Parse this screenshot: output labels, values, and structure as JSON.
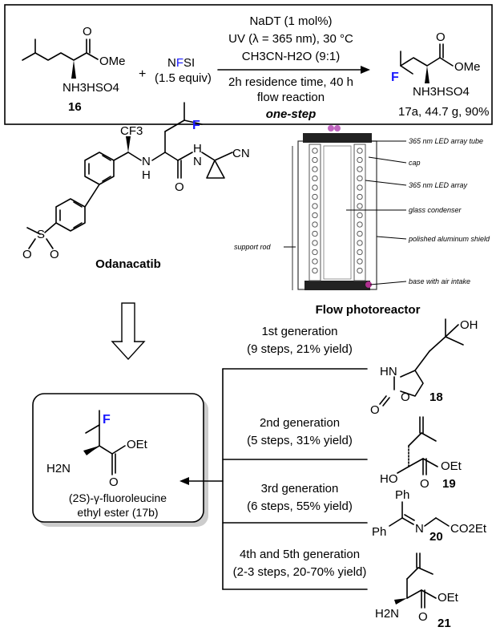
{
  "top": {
    "reactant_atoms": {
      "O": "O",
      "OMe": "OMe",
      "NH3HSO4": "NH3HSO4",
      "label": "16"
    },
    "plus": "+",
    "reagent": {
      "N": "N",
      "F": "F",
      "SI": "SI",
      "equiv": "(1.5 equiv)"
    },
    "conditions": [
      "NaDT (1 mol%)",
      "UV (λ = 365 nm), 30 °C",
      "CH3CN-H2O (9:1)",
      "2h residence time, 40 h",
      "flow reaction"
    ],
    "one_step": "one-step",
    "product_atoms": {
      "F": "F",
      "O": "O",
      "OMe": "OMe",
      "NH3HSO4": "NH3HSO4"
    },
    "product_label": "17a, 44.7 g, 90%"
  },
  "odanacatib": {
    "name": "Odanacatib",
    "atoms": {
      "CF3": "CF3",
      "F": "F",
      "N1": "N",
      "H1": "H",
      "O": "O",
      "NH": "N",
      "H2": "H",
      "CN": "CN",
      "S": "S",
      "O1": "O",
      "O2": "O"
    }
  },
  "photoreactor": {
    "title": "Flow photoreactor",
    "labels": [
      "365 nm LED array tube",
      "cap",
      "365 nm LED array",
      "glass condenser",
      "polished aluminum shield",
      "base with air intake",
      "support rod"
    ]
  },
  "target": {
    "atoms": {
      "F": "F",
      "H2N": "H2N",
      "OEt": "OEt",
      "O": "O"
    },
    "name_line1": "(2S)-γ-fluoroleucine",
    "name_line2": "ethyl ester (17b)"
  },
  "generations": [
    {
      "gen": "1st generation",
      "detail": "(9 steps, 21% yield)",
      "label": "18"
    },
    {
      "gen": "2nd generation",
      "detail": "(5 steps, 31% yield)",
      "label": "19"
    },
    {
      "gen": "3rd generation",
      "detail": "(6 steps, 55% yield)",
      "label": "20"
    },
    {
      "gen": "4th and 5th generation",
      "detail": "(2-3 steps, 20-70% yield)",
      "label": "21"
    }
  ],
  "gen_atoms": {
    "g1": {
      "OH": "OH",
      "HN": "HN",
      "O1": "O",
      "O2": "O"
    },
    "g2": {
      "HO": "HO",
      "OEt": "OEt",
      "O": "O"
    },
    "g3": {
      "Ph1": "Ph",
      "Ph2": "Ph",
      "N": "N",
      "CO2Et": "CO2Et"
    },
    "g4": {
      "H2N": "H2N",
      "OEt": "OEt",
      "O": "O"
    }
  }
}
